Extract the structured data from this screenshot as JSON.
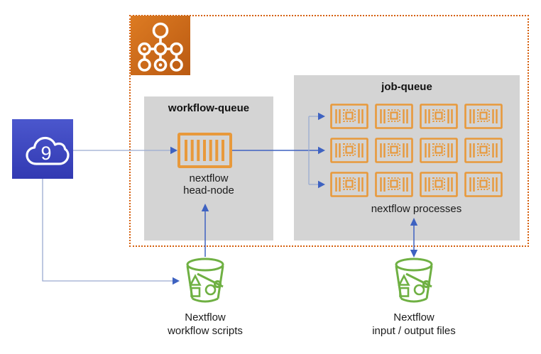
{
  "cloud_node": {
    "value": "9"
  },
  "workflow_queue": {
    "title": "workflow-queue",
    "node_label_1": "nextflow",
    "node_label_2": "head-node"
  },
  "job_queue": {
    "title": "job-queue",
    "caption": "nextflow processes",
    "grid_rows": 3,
    "grid_cols": 4
  },
  "buckets": {
    "scripts": {
      "line1": "Nextflow",
      "line2": "workflow scripts"
    },
    "files": {
      "line1": "Nextflow",
      "line2": "input / output files"
    }
  },
  "icons": {
    "batch": "batch-service-icon",
    "queue": "queue-icon",
    "job": "compute-job-icon",
    "cloud": "cloud-icon",
    "bucket": "s3-bucket-icon"
  },
  "colors": {
    "boundary_orange": "#D55F0D",
    "batch_gradient_start": "#DD7B22",
    "batch_gradient_end": "#BA5A12",
    "resource_orange": "#E8993B",
    "panel_gray": "#D4D4D4",
    "bucket_green": "#6FB043",
    "cloud_blue_start": "#4B57CD",
    "cloud_blue_end": "#3239B2",
    "arrow_strong": "#3E62C1",
    "arrow_light": "#9AABD1",
    "text_dark": "#1B1B1B"
  }
}
